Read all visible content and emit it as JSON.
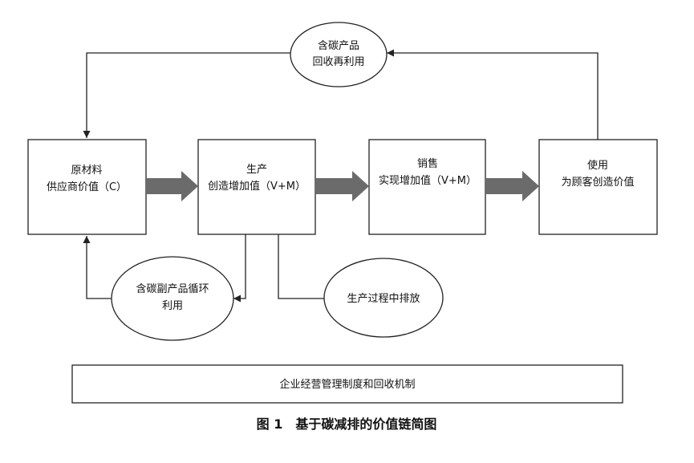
{
  "nodes": {
    "raw_material": {
      "line1": "原材料",
      "line2": "供应商价值（C）"
    },
    "production": {
      "line1": "生产",
      "line2": "创造增加值（V+M）"
    },
    "sales": {
      "line1": "销售",
      "line2": "实现增加值（V+M）"
    },
    "usage": {
      "line1": "使用",
      "line2": "为顾客创造价值"
    }
  },
  "ellipses": {
    "recycle_product": {
      "line1": "含碳产品",
      "line2": "回收再利用"
    },
    "byproduct": {
      "line1": "含碳副产品循环",
      "line2": "利用"
    },
    "emission": {
      "line1": "生产过程中排放"
    }
  },
  "footer_box": {
    "text": "企业经营管理制度和回收机制"
  },
  "caption": {
    "text": "图 1　基于碳减排的价值链简图"
  }
}
